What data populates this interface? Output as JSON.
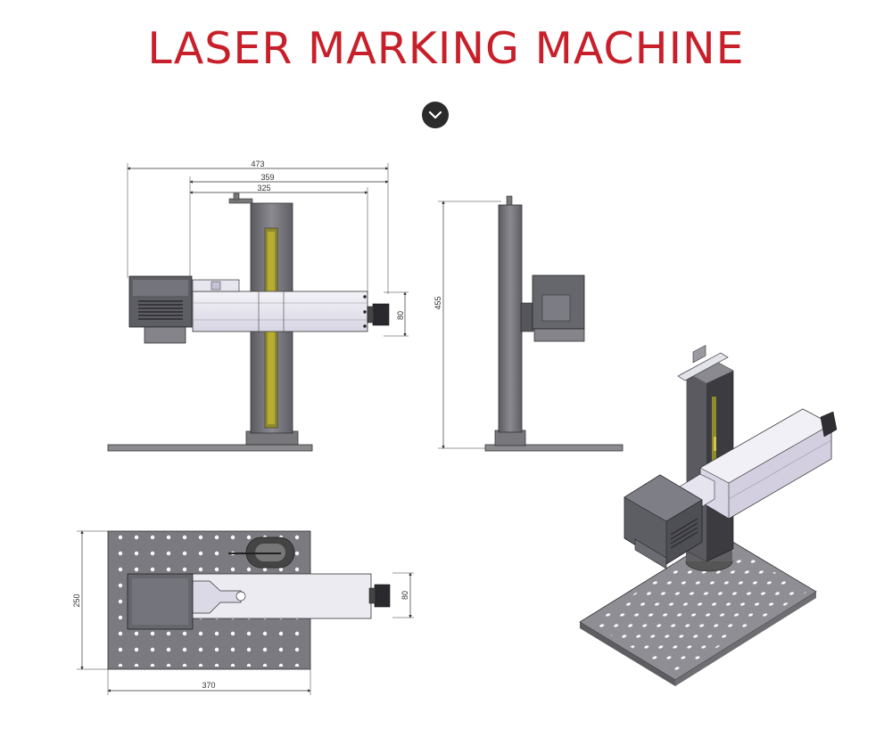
{
  "title": "LASER MARKING MACHINE",
  "icons": {
    "scroll": "chevron-down-icon"
  },
  "colors": {
    "title": "#c8202a",
    "chevron_bg": "#2b2b2b",
    "metal_dark": "#6b6b70",
    "metal_light": "#ecebf2",
    "slot": "#8f8a2a"
  },
  "front_view": {
    "dims": [
      "473",
      "359",
      "325",
      "80"
    ]
  },
  "side_view": {
    "dims": [
      "455"
    ]
  },
  "top_view": {
    "dims": [
      "250",
      "370",
      "80"
    ]
  }
}
